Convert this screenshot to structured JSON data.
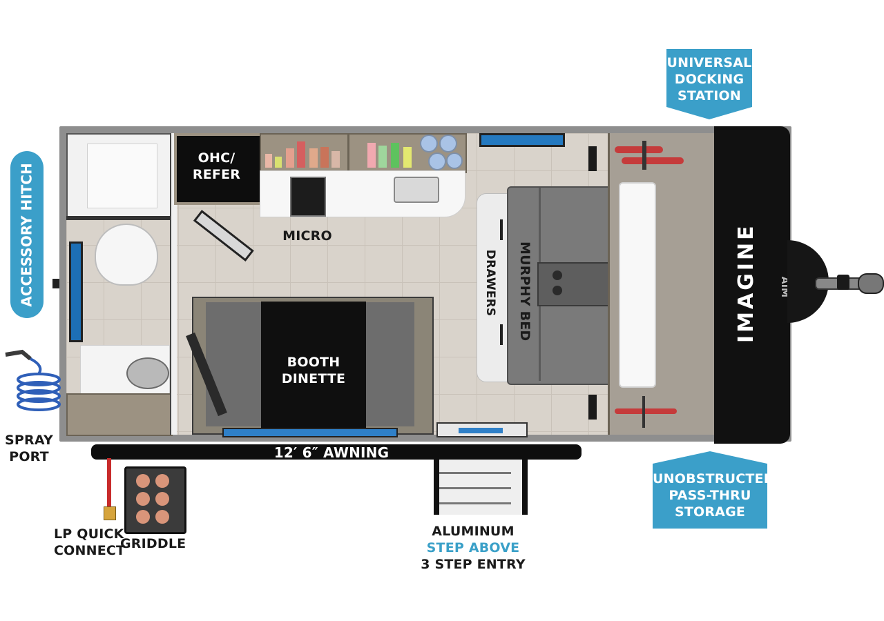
{
  "brand": "IMAGINE",
  "brand_sub": "AIM",
  "labels": {
    "accessory_hitch": "ACCESSORY HITCH",
    "spray_port": [
      "SPRAY",
      "PORT"
    ],
    "lp_quick_connect": [
      "LP QUICK",
      "CONNECT"
    ],
    "griddle": "GRIDDLE",
    "ohc_refer": [
      "OHC/",
      "REFER"
    ],
    "micro": "MICRO",
    "booth_dinette": [
      "BOOTH",
      "DINETTE"
    ],
    "murphy_bed": "MURPHY BED",
    "drawers": "DRAWERS",
    "awning": "12′ 6″ AWNING",
    "aluminum_step": [
      "ALUMINUM",
      "STEP ABOVE",
      "3 STEP ENTRY"
    ],
    "universal_docking": [
      "UNIVERSAL",
      "DOCKING",
      "STATION"
    ],
    "unobstructed_storage": [
      "UNOBSTRUCTED",
      "PASS-THRU",
      "STORAGE"
    ]
  },
  "colors": {
    "callout_blue": "#3b9fc9",
    "accent_blue_text": "#3aa0c8",
    "front_cap_black": "#111111",
    "floor_tile": "#d9d3cb"
  }
}
